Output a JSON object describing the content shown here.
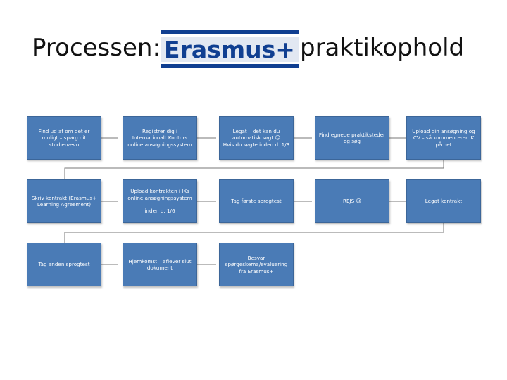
{
  "slide": {
    "title_left": "Processen:",
    "logo_text": "Erasmus+",
    "title_right": "praktikophold"
  },
  "steps": [
    "Find ud af om det er muligt – spørg dit studienævn",
    "Registrer dig i Internationalt Kontors online ansøgningssystem",
    "Legat – det kan du automatisk søgt ☺\nHvis du søgte inden d. 1/3",
    "Find egnede praktiksteder og søg",
    "Upload din ansøgning og CV – så kommenterer IK på det",
    "Skriv kontrakt (Erasmus+ Learning Agreement)",
    "Upload kontrakten i IKs online ansøgningssystem –\ninden d. 1/6",
    "Tag første sprogtest",
    "REJS ☺",
    "Legat kontrakt",
    "Tag anden sprogtest",
    "Hjemkomst – aflever slut dokument",
    "Besvar spørgeskema/evaluering fra Erasmus+"
  ],
  "colors": {
    "box_fill": "#4a7bb6",
    "box_border": "#3c6699",
    "connector": "#777777",
    "logo_blue": "#103f91"
  }
}
